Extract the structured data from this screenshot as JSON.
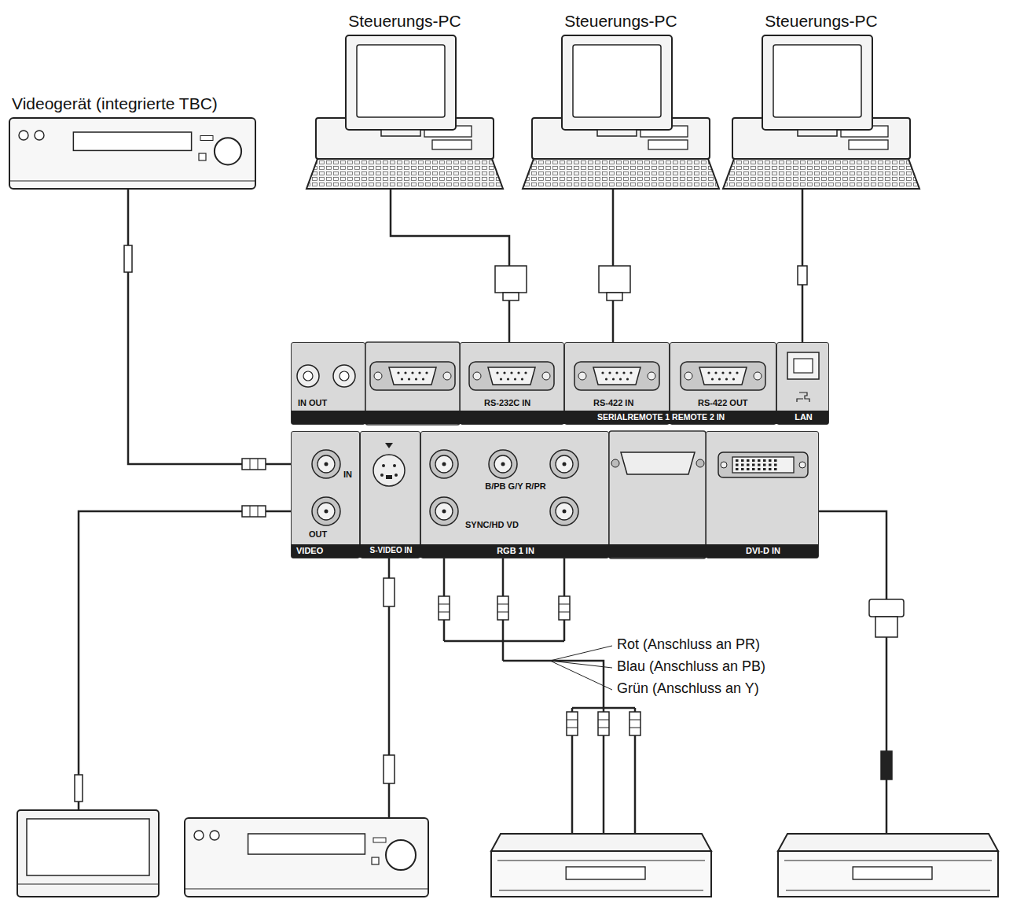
{
  "diagram": {
    "nodes": [
      {
        "text": [
          "Videogerät (integrierte TBC)"
        ]
      },
      {
        "text": [
          "Steuerungs-PC"
        ]
      },
      {
        "text": [
          "Steuerungs-PC"
        ]
      },
      {
        "text": [
          "Steuerungs-PC"
        ]
      },
      {
        "text": [
          "IN OUT"
        ]
      },
      {
        "text": [
          "RS-232C IN"
        ]
      },
      {
        "text": [
          "RS-422 IN"
        ]
      },
      {
        "text": [
          "RS-422 OUT"
        ]
      },
      {
        "text": [
          "LAN"
        ]
      },
      {
        "text": [
          "IN",
          "OUT",
          "VIDEO"
        ]
      },
      {
        "text": [
          "S-VIDEO IN"
        ]
      },
      {
        "text": [
          "SYNC/HD VD",
          "B/PB G/Y R/PR",
          "RGB 1 IN"
        ]
      },
      {
        "text": [
          "DVI-D IN"
        ]
      }
    ],
    "edges": [
      {
        "from": 0,
        "to": 9,
        "arrow": "none"
      },
      {
        "from": 1,
        "to": 5,
        "arrow": "none"
      },
      {
        "from": 2,
        "to": 6,
        "arrow": "none"
      },
      {
        "from": 3,
        "to": 8,
        "arrow": "none"
      }
    ],
    "labels": [
      "SERIALREMOTE 1 REMOTE 2 IN",
      "Rot (Anschluss an PR)",
      "Blau (Anschluss an PB)",
      "Grün (Anschluss an Y)"
    ]
  }
}
